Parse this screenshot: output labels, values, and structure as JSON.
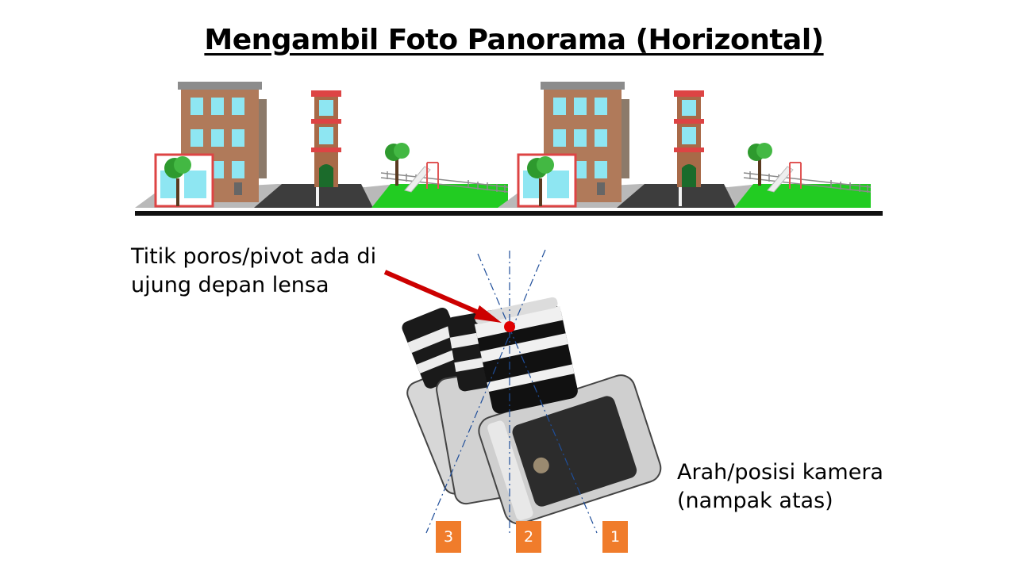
{
  "title": "Mengambil Foto Panorama (Horizontal)",
  "pivot_caption": {
    "line1": "Titik poros/pivot ada di",
    "line2": "ujung depan lensa"
  },
  "direction_caption": {
    "line1": "Arah/posisi kamera",
    "line2": "(nampak atas)"
  },
  "positions": [
    "3",
    "2",
    "1"
  ],
  "colors": {
    "arrow": "#cc0000",
    "pivot_point": "#e00000",
    "number_box": "#f07c2b",
    "guide_line": "#1f4e9a",
    "grass": "#22cc22",
    "building": "#b07a5a",
    "window": "#8ee6f2"
  },
  "icons": [
    "city-street-illustration",
    "camera-top-view-icon",
    "pivot-arrow-icon"
  ]
}
